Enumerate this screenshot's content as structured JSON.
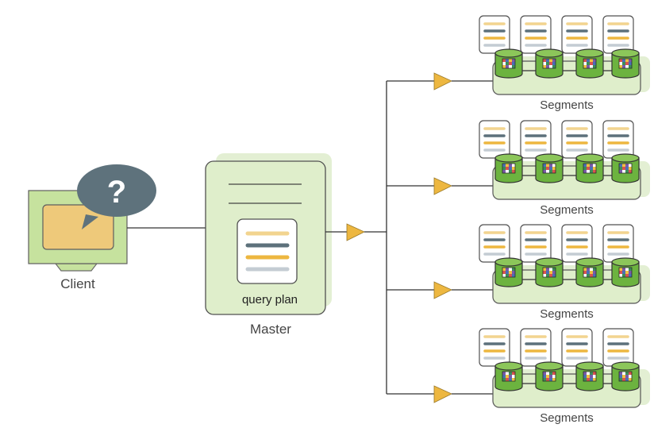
{
  "client": {
    "label": "Client",
    "bubble_text": "?"
  },
  "master": {
    "label": "Master",
    "plan_label": "query plan"
  },
  "segment_groups": [
    {
      "label": "Segments"
    },
    {
      "label": "Segments"
    },
    {
      "label": "Segments"
    },
    {
      "label": "Segments"
    }
  ],
  "colors": {
    "panel_fill": "#dfeecb",
    "panel_shadow": "#e3efd3",
    "monitor_fill": "#c6e29e",
    "screen_fill": "#eec97a",
    "bubble_fill": "#5e727c",
    "arrow_fill": "#edb740",
    "db_green": "#6cb33f",
    "line_gold": "#edb740",
    "line_light_gold": "#f2d48f",
    "line_slate": "#5d717b",
    "line_gray": "#c4ccd3"
  },
  "icons": [
    "monitor-icon",
    "question-bubble-icon",
    "document-icon",
    "database-icon",
    "arrow-icon"
  ]
}
